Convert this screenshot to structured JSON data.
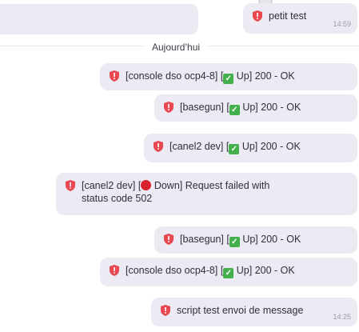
{
  "divider": {
    "label": "Aujourd’hui"
  },
  "messages": [
    {
      "text": "petit test",
      "time": "14:59"
    },
    {
      "pre": "[console dso ocp4-8] [",
      "status": "check",
      "post": " Up] 200 - OK"
    },
    {
      "pre": "[basegun] [",
      "status": "check",
      "post": " Up] 200 - OK"
    },
    {
      "pre": "[canel2 dev] [",
      "status": "check",
      "post": " Up] 200 - OK"
    },
    {
      "pre": "[canel2 dev] [",
      "status": "down",
      "post": " Down] Request failed with",
      "line2": "status code 502"
    },
    {
      "pre": "[basegun] [",
      "status": "check",
      "post": " Up] 200 - OK"
    },
    {
      "pre": "[console dso ocp4-8] [",
      "status": "check",
      "post": " Up] 200 - OK"
    },
    {
      "text": "script test envoi de message",
      "time": "14:25"
    }
  ],
  "icons": {
    "message": "shield-icon",
    "up": "check-mark-icon",
    "down": "red-circle-icon"
  },
  "colors": {
    "bubble": "#ecebf3",
    "shield": "#e8484f",
    "check": "#43b14b",
    "down": "#d9202d"
  }
}
